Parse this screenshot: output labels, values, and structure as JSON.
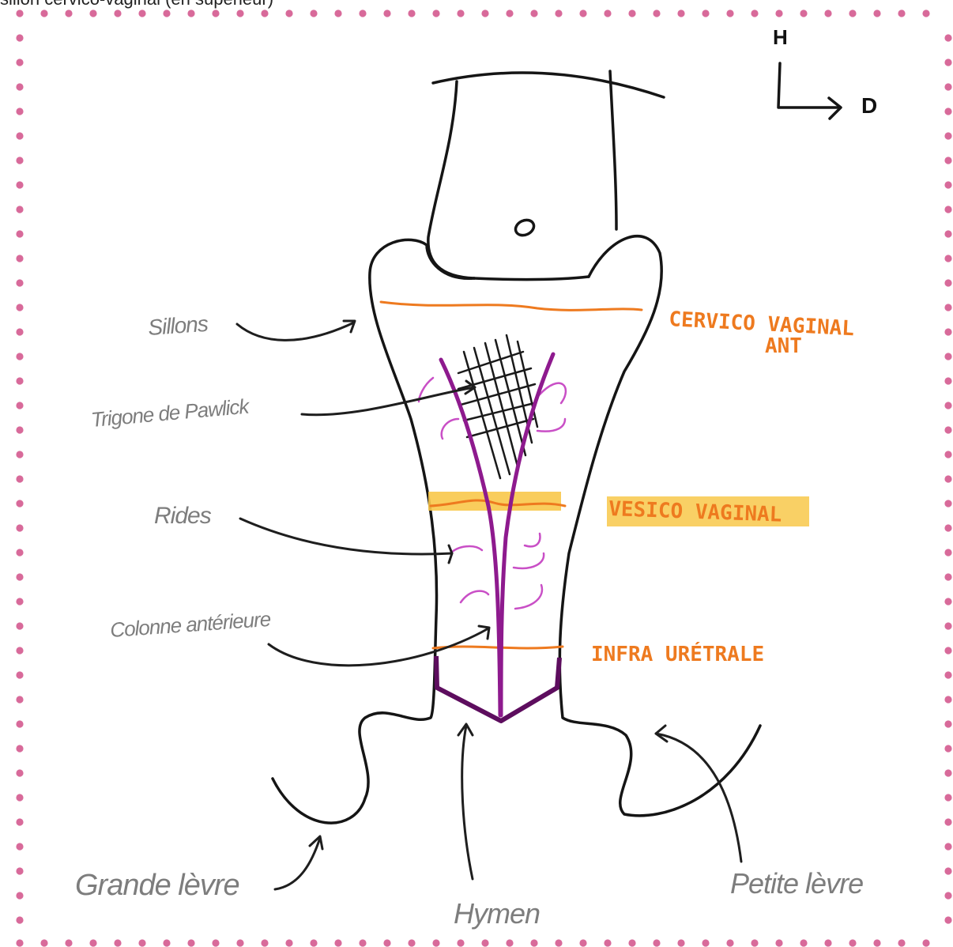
{
  "caption": "sillon cervico-vaginal (en supérieur)",
  "orientation": {
    "up": "H",
    "right": "D"
  },
  "labels": {
    "sillons": "Sillons",
    "trigone": "Trigone de Pawlick",
    "rides": "Rides",
    "colonne": "Colonne antérieure",
    "grande_levre": "Grande lèvre",
    "hymen": "Hymen",
    "petite_levre": "Petite lèvre"
  },
  "levels": {
    "cervico_line1": "CERVICO VAGINAL",
    "cervico_line2": "ANT",
    "vesico": "VESICO VAGINAL",
    "infra": "INFRA URÉTRALE"
  },
  "colors": {
    "dotted_border": "#d86a9a",
    "outline": "#151515",
    "orange_level": "#ee7a1f",
    "highlight": "#f8c84a",
    "column_purple": "#8e1a8e",
    "rides_pink": "#c94fc6",
    "hymen_dark": "#5d0d5e",
    "label_gray": "#7d7d7d"
  }
}
